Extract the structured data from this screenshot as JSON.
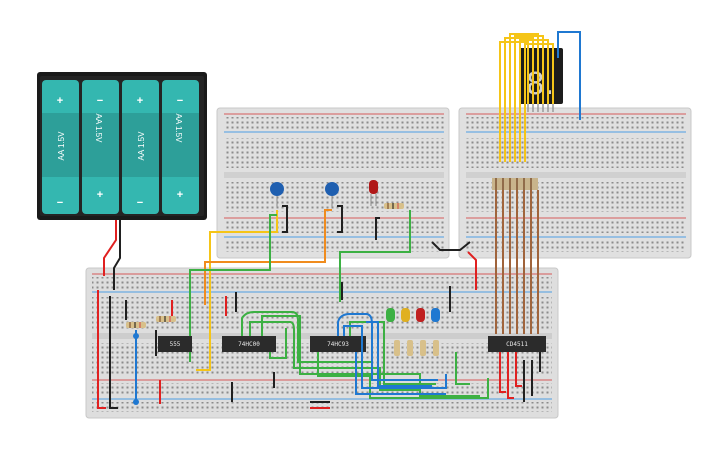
{
  "battery": {
    "cells": [
      {
        "label": "AA 1.5V",
        "top_sign": "+",
        "bottom_sign": "−",
        "color": "#34b7b0"
      },
      {
        "label": "AA 1.5V",
        "top_sign": "−",
        "bottom_sign": "+",
        "color": "#34b7b0"
      },
      {
        "label": "AA 1.5V",
        "top_sign": "+",
        "bottom_sign": "−",
        "color": "#34b7b0"
      },
      {
        "label": "AA 1.5V",
        "top_sign": "−",
        "bottom_sign": "+",
        "color": "#34b7b0"
      }
    ]
  },
  "chips": {
    "timer": "555",
    "nand": "74HC00",
    "counter": "74HC93",
    "decoder": "CD4511"
  },
  "display": {
    "digit": "8."
  },
  "colors": {
    "breadboard": "#dcdcdc",
    "breadboard_edge": "#c8c8c8",
    "rail_red": "#d32f2f",
    "rail_blue": "#1e88e5",
    "wire_yellow": "#f5c518",
    "wire_orange": "#f08c1e",
    "wire_green": "#3cb043",
    "wire_blue": "#1f78d1",
    "wire_red": "#e02020",
    "wire_black": "#202020",
    "wire_brown": "#a0643c",
    "chip": "#2b2b2b",
    "battery_case": "#1a1a1a"
  }
}
